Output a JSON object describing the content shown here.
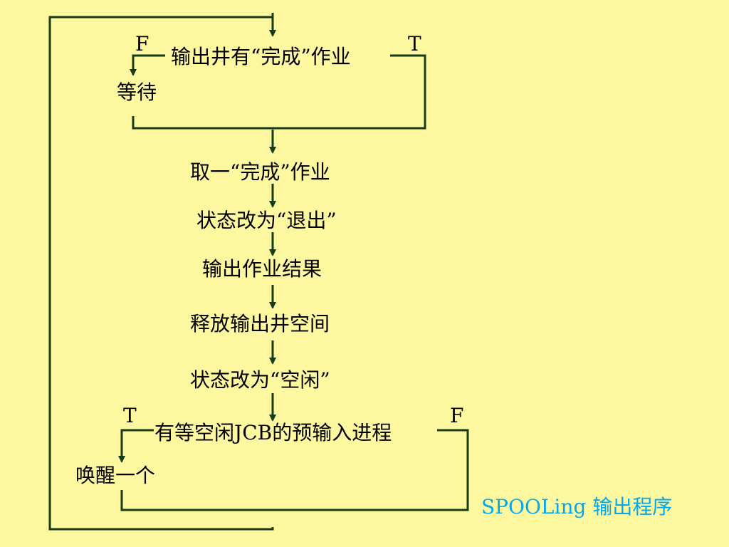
{
  "diagram": {
    "decision1": {
      "text": "输出井有“完成”作业",
      "false_label": "F",
      "true_label": "T",
      "false_action": "等待"
    },
    "steps": [
      "取一“完成”作业",
      "状态改为“退出”",
      "输出作业结果",
      "释放输出井空间",
      "状态改为“空闲”"
    ],
    "decision2": {
      "text": "有等空闲JCB的预输入进程",
      "true_label": "T",
      "false_label": "F",
      "true_action": "唤醒一个"
    },
    "caption": "SPOOLing 输出程序",
    "colors": {
      "background": "#fdf79f",
      "lines": "#163b16",
      "caption": "#00a8f0",
      "text": "#000000"
    }
  }
}
